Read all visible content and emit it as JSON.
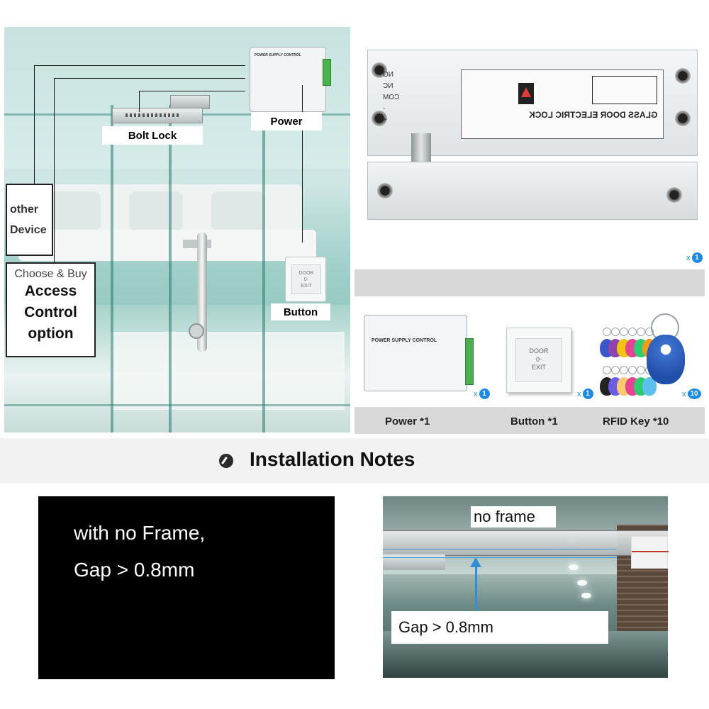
{
  "scene": {
    "labels": {
      "bolt_lock": "Bolt Lock",
      "power": "Power",
      "button": "Button",
      "other_line1": "other",
      "other_line2": "Device",
      "choose_buy": "Choose & Buy",
      "access_line1": "Access",
      "access_line2": "Control",
      "access_line3": "option"
    },
    "psu_title": "POWER SUPPLY CONTROL",
    "exit_button_text": {
      "line1": "DOOR",
      "line2": "0-",
      "line3": "EXIT"
    }
  },
  "lock_photo": {
    "label_title": "GLASS DOOR ELECTRIC LOCK",
    "pins": [
      "NO",
      "NC",
      "COM",
      "-",
      "+"
    ],
    "quantity": "1",
    "qty_prefix": "x"
  },
  "accessories": {
    "items": [
      {
        "label": "Power *1",
        "qty": "1"
      },
      {
        "label": "Button *1",
        "qty": "1"
      },
      {
        "label": "RFID Key *10",
        "qty": "10"
      }
    ],
    "qty_prefix": "x",
    "psu_title": "POWER SUPPLY CONTROL",
    "exit_button_text": {
      "line1": "DOOR",
      "line2": "0-",
      "line3": "EXIT"
    },
    "tag_colors": [
      "#3a57c9",
      "#8e44ad",
      "#f1c40f",
      "#e84393",
      "#2ecc71",
      "#f39c12",
      "#222222",
      "#6c5ce7",
      "#fdcb6e",
      "#e84393",
      "#2ecc71",
      "#5bc0eb"
    ]
  },
  "notes": {
    "title": "Installation Notes",
    "icon": "pin-icon"
  },
  "black_panel": {
    "line1": "with no Frame,",
    "line2": "Gap > 0.8mm"
  },
  "corridor": {
    "no_frame_label": "no frame",
    "gap_label": "Gap > 0.8mm",
    "accent_color": "#2f8fd0"
  }
}
